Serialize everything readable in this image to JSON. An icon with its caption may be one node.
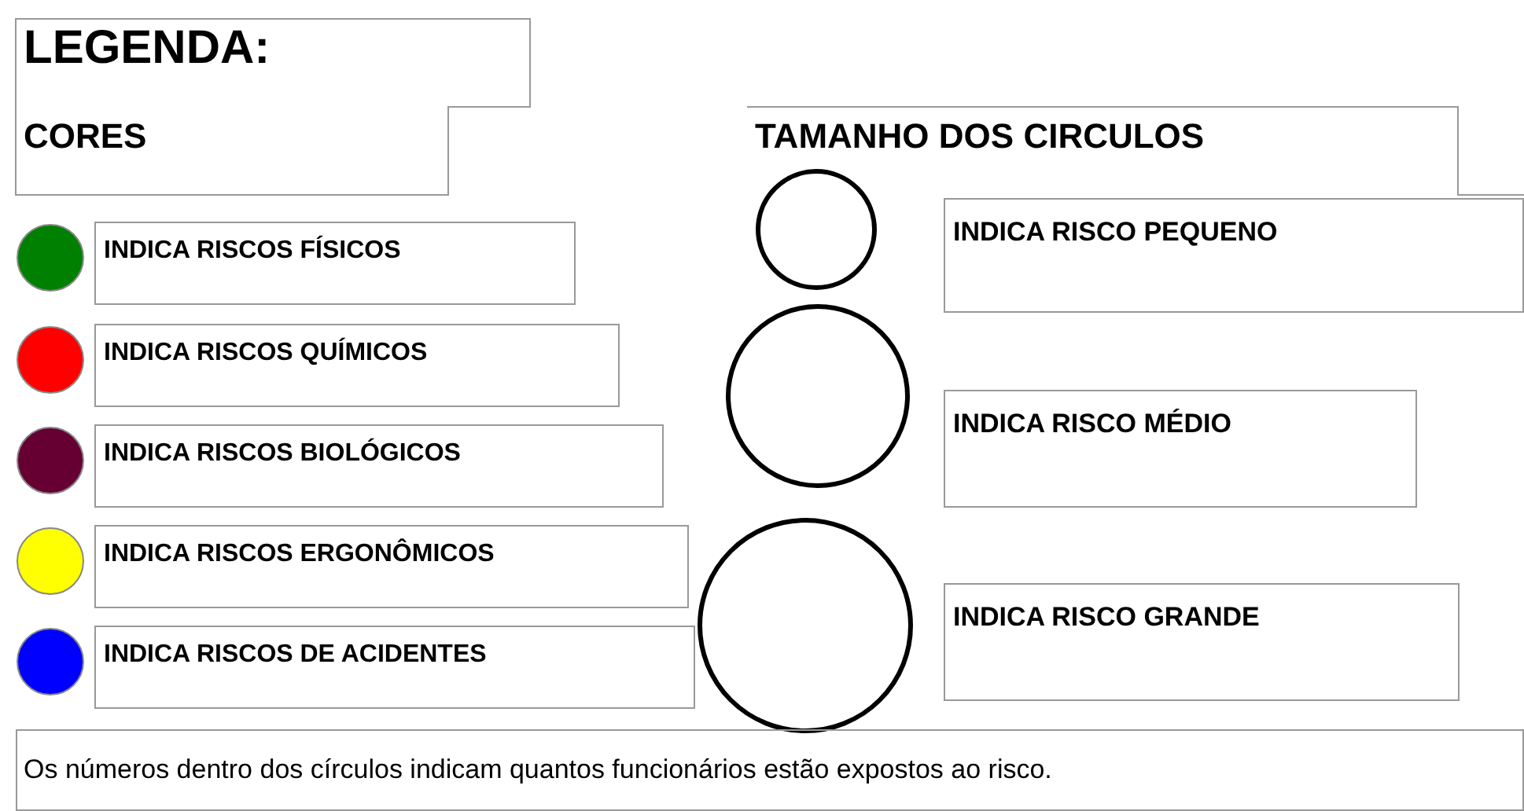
{
  "diagram": {
    "title": "LEGENDA:",
    "nodes": [
      {
        "text": [],
        "shape": "circle"
      },
      {
        "text": [],
        "shape": "circle"
      },
      {
        "text": [],
        "shape": "circle"
      }
    ],
    "labels": [
      "CORES",
      "TAMANHO DOS CIRCULOS",
      "Os números dentro dos círculos indicam quantos funcionários estão expostos ao risco."
    ],
    "legend": [
      {
        "text": "INDICA RISCOS FÍSICOS",
        "color": "#008000"
      },
      {
        "text": "INDICA RISCOS QUÍMICOS",
        "color": "#ff0000"
      },
      {
        "text": "INDICA RISCOS BIOLÓGICOS",
        "color": "#660033"
      },
      {
        "text": "INDICA RISCOS ERGONÔMICOS",
        "color": "#ffff00"
      },
      {
        "text": "INDICA RISCOS DE ACIDENTES",
        "color": "#0000ff"
      },
      {
        "text": "INDICA RISCO PEQUENO"
      },
      {
        "text": "INDICA RISCO MÉDIO"
      },
      {
        "text": "INDICA RISCO GRANDE"
      }
    ]
  }
}
